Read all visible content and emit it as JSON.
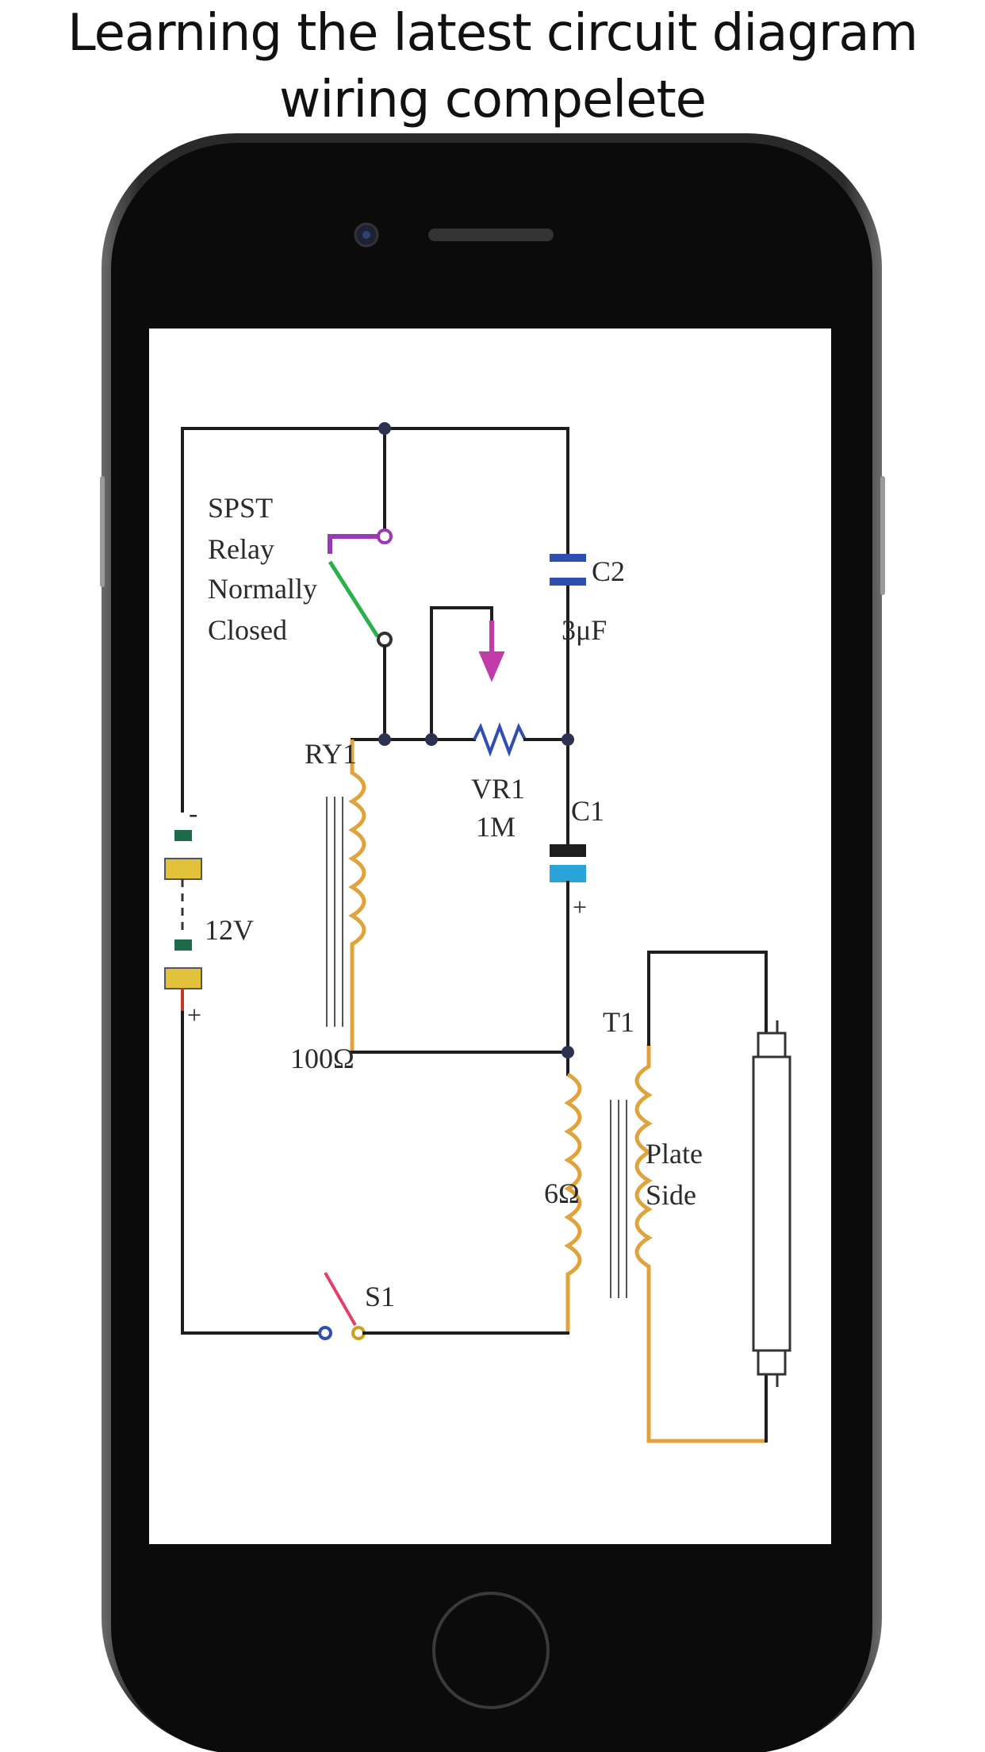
{
  "headline": {
    "line1": "Learning the latest circuit diagram",
    "line2": "wiring compelete"
  },
  "colors": {
    "phone_body": "#1a1a1a",
    "phone_bezel": "#0b0b0b",
    "capacitor_c2": "#2f4fb0",
    "capacitor_c1": "#2aa4d8",
    "battery": "#e2c23a",
    "relay_coil": "#e0a23a",
    "relay_contact": "#9b39b5",
    "relay_blade": "#2bb04a",
    "pot_wiper": "#c03ca8",
    "switch_blade": "#e0406a"
  },
  "circuit": {
    "spst_line1": "SPST",
    "spst_line2": "Relay",
    "spst_line3": "Normally",
    "spst_line4": "Closed",
    "ry1": "RY1",
    "vr1": "VR1",
    "vr1_value": "1M",
    "c2": "C2",
    "c2_value": "3μF",
    "c1": "C1",
    "c1_plus": "+",
    "battery_minus": "-",
    "battery_plus": "+",
    "battery_value": "12V",
    "coil_value": "100Ω",
    "t1": "T1",
    "primary_value": "6Ω",
    "plate_line1": "Plate",
    "plate_line2": "Side",
    "s1": "S1"
  },
  "icons": [
    "front-camera-icon",
    "earpiece-speaker-icon",
    "home-button-icon"
  ]
}
